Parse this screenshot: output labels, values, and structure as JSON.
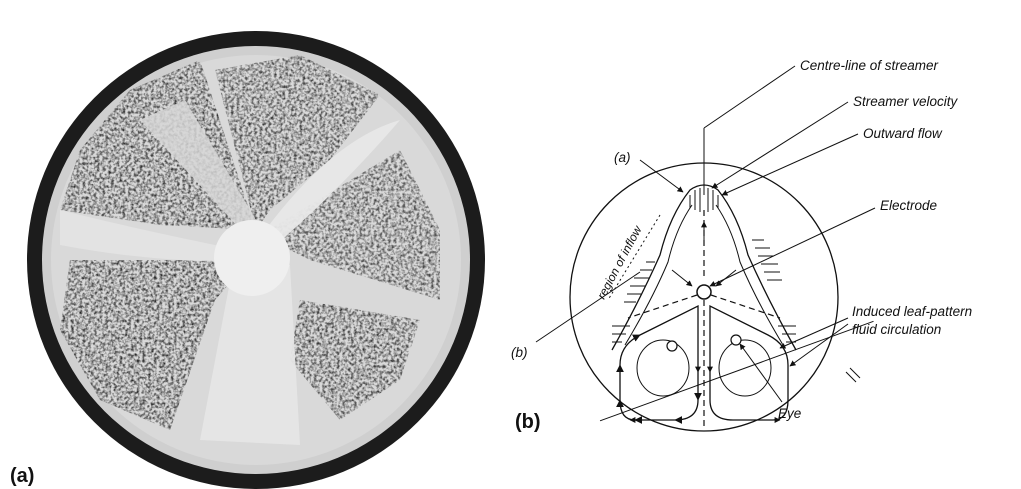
{
  "panel_a": {
    "label": "(a)"
  },
  "panel_b": {
    "label": "(b)",
    "labels": {
      "centre_line": "Centre-line of streamer",
      "streamer_velocity": "Streamer velocity",
      "outward_flow": "Outward flow",
      "electrode": "Electrode",
      "induced_circulation_line1": "Induced leaf-pattern",
      "induced_circulation_line2": "fluid circulation",
      "eye": "Eye",
      "region_of_inflow": "region of inflow",
      "marker_a": "(a)",
      "marker_b": "(b)"
    }
  }
}
